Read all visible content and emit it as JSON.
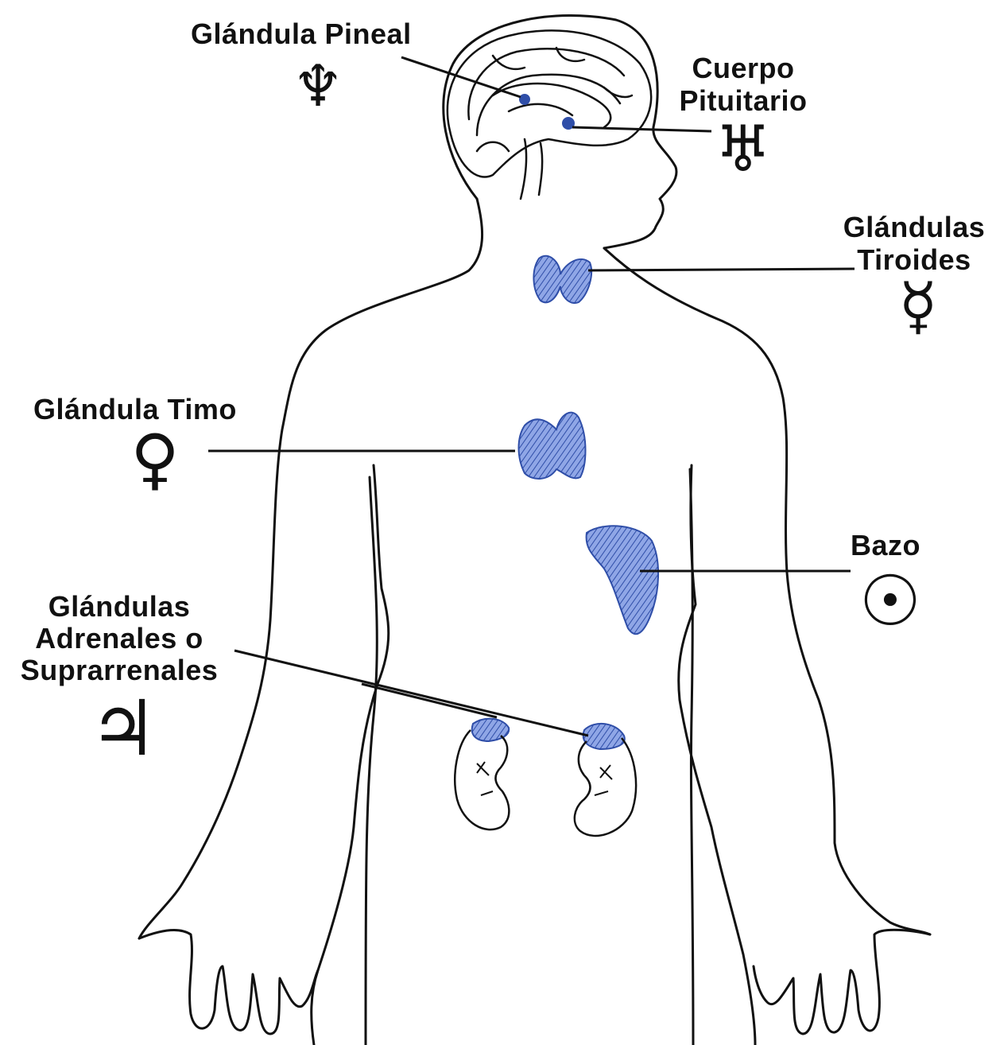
{
  "labels": {
    "pineal": "Glándula Pineal",
    "pituitary_1": "Cuerpo",
    "pituitary_2": "Pituitario",
    "thyroid_1": "Glándulas",
    "thyroid_2": "Tiroides",
    "thymus": "Glándula Timo",
    "spleen": "Bazo",
    "adrenal_1": "Glándulas",
    "adrenal_2": "Adrenales o",
    "adrenal_3": "Suprarrenales"
  },
  "symbols": {
    "pineal": "♆",
    "pituitary": "♅",
    "thyroid": "☿",
    "thymus": "♀",
    "spleen": "☉",
    "adrenal": "♃"
  },
  "icons": {
    "pineal": "neptune-symbol-icon",
    "pituitary": "uranus-symbol-icon",
    "thyroid": "mercury-symbol-icon",
    "thymus": "venus-symbol-icon",
    "spleen": "sun-symbol-icon",
    "adrenal": "jupiter-symbol-icon"
  },
  "colors": {
    "outline": "#111111",
    "gland_fill": "#4a6fd1",
    "gland_hatch": "#2f4ea8",
    "background": "#ffffff"
  }
}
